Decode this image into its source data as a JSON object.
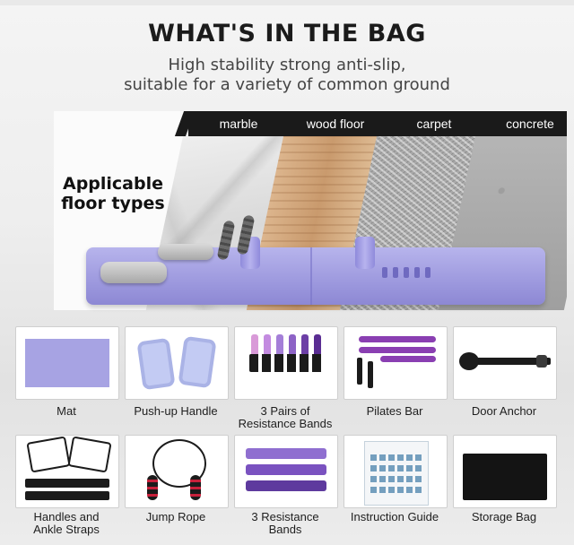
{
  "header": {
    "title": "WHAT'S IN THE BAG",
    "subtitle_line1": "High stability strong anti-slip,",
    "subtitle_line2": "suitable for a variety of common ground"
  },
  "floor_section": {
    "heading_line1": "Applicable",
    "heading_line2": "floor types",
    "tabs": [
      "marble",
      "wood floor",
      "carpet",
      "concrete"
    ]
  },
  "items": [
    {
      "line1": "Mat",
      "line2": ""
    },
    {
      "line1": "Push-up Handle",
      "line2": ""
    },
    {
      "line1": "3 Pairs of",
      "line2": "Resistance Bands"
    },
    {
      "line1": "Pilates Bar",
      "line2": ""
    },
    {
      "line1": "Door Anchor",
      "line2": ""
    },
    {
      "line1": "Handles and",
      "line2": "Ankle Straps"
    },
    {
      "line1": "Jump Rope",
      "line2": ""
    },
    {
      "line1": "3 Resistance",
      "line2": "Bands"
    },
    {
      "line1": "Instruction Guide",
      "line2": ""
    },
    {
      "line1": "Storage Bag",
      "line2": ""
    }
  ],
  "colors": {
    "accent_purple": "#a7a3e3",
    "tab_black": "#1a1a1a",
    "title": "#1b1b1b"
  }
}
